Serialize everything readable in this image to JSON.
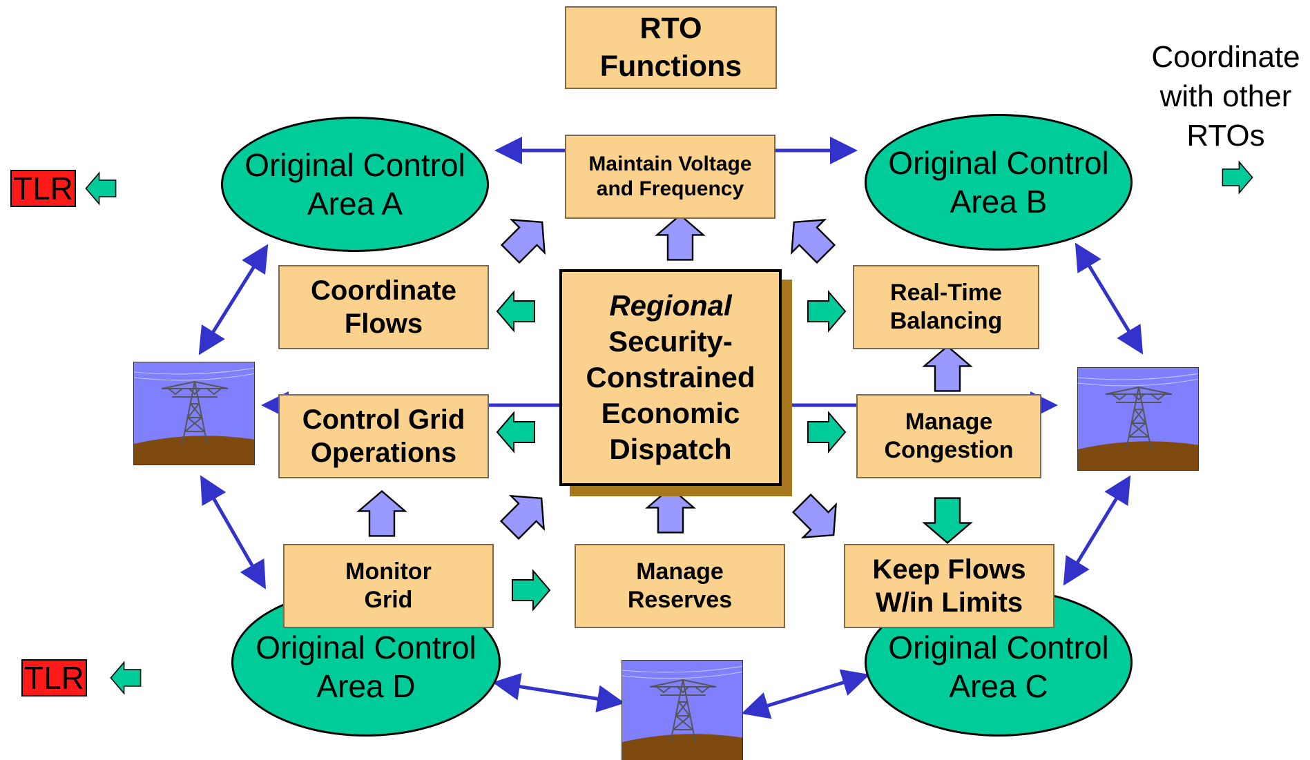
{
  "title": "RTO\nFunctions",
  "external_note": "Coordinate\nwith other\nRTOs",
  "center": {
    "italic_line": "Regional",
    "rest": "Security-\nConstrained\nEconomic\nDispatch"
  },
  "functions": {
    "maintain_voltage": "Maintain Voltage\nand Frequency",
    "coordinate_flows": "Coordinate\nFlows",
    "control_grid": "Control Grid\nOperations",
    "monitor_grid": "Monitor\nGrid",
    "manage_reserves": "Manage\nReserves",
    "keep_flows": "Keep Flows\nW/in Limits",
    "manage_congestion": "Manage\nCongestion",
    "real_time_balancing": "Real-Time\nBalancing"
  },
  "control_areas": {
    "a": "Original Control\nArea A",
    "b": "Original Control\nArea B",
    "c": "Original Control\nArea C",
    "d": "Original Control\nArea D"
  },
  "tlr": [
    "TLR",
    "TLR"
  ],
  "colors": {
    "function_box": "#fad28d",
    "center_shadow": "#a5781e",
    "control_area": "#00cc99",
    "tlr": "#ff1a1a",
    "blue_connector": "#3333cc",
    "purple_arrow": "#9999ff",
    "green_arrow": "#00cc99",
    "tower_sky": "#8080ff",
    "tower_ground": "#7f4a10"
  },
  "icons": {
    "tower": "transmission-tower-icon",
    "block_arrow": "block-arrow-icon",
    "connector": "double-headed-arrow-icon"
  }
}
